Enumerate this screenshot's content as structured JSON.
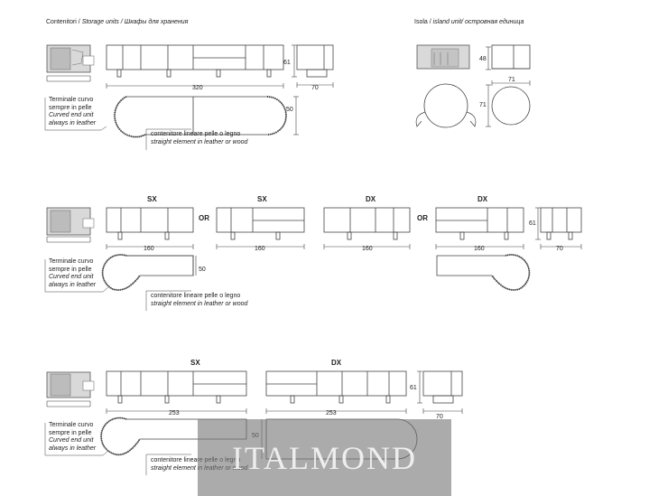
{
  "titles": {
    "storage_a": "Contenitori / ",
    "storage_b": "Storage units / ",
    "storage_c": "Шкафы для хранения",
    "island_a": "Isola / ",
    "island_b": "island unit/ ",
    "island_c": " островная единица"
  },
  "dimensions": {
    "width_320": "320",
    "height_61": "61",
    "depth_70": "70",
    "depth_50": "50",
    "island_height_48": "48",
    "island_depth_71": "71",
    "width_160": "160",
    "width_253": "253"
  },
  "tags": {
    "sx": "SX",
    "dx": "DX",
    "or": "OR"
  },
  "notes": {
    "curved_it_1": "Terminale curvo",
    "curved_it_2": "sempre in pelle",
    "curved_en_1": "Curved end unit",
    "curved_en_2": "always in leather",
    "straight_it": "contenitore lineare pelle o legno",
    "straight_en": "straight element in leather or wood"
  },
  "watermark": "ITALMOND"
}
